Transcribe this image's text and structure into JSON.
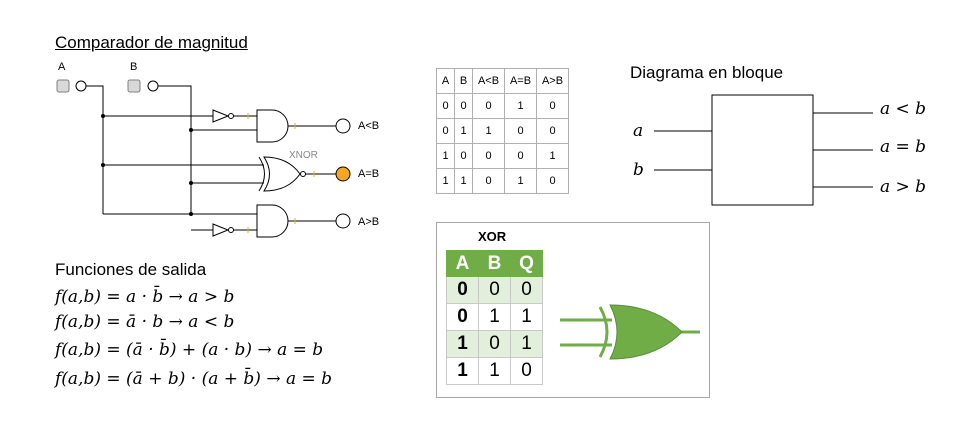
{
  "title": "Comparador de magnitud",
  "circuit": {
    "inputs": [
      "A",
      "B"
    ],
    "xnor_label": "XNOR",
    "outputs": [
      "A<B",
      "A=B",
      "A>B"
    ],
    "active_output_color": "#f5a623",
    "wire_color": "#000000"
  },
  "truth_table": {
    "headers": [
      "A",
      "B",
      "A<B",
      "A=B",
      "A>B"
    ],
    "rows": [
      [
        "0",
        "0",
        "0",
        "1",
        "0"
      ],
      [
        "0",
        "1",
        "1",
        "0",
        "0"
      ],
      [
        "1",
        "0",
        "0",
        "0",
        "1"
      ],
      [
        "1",
        "1",
        "0",
        "1",
        "0"
      ]
    ]
  },
  "block_diagram": {
    "title": "Diagrama en bloque",
    "inputs": [
      "a",
      "b"
    ],
    "outputs": [
      "a < b",
      "a = b",
      "a > b"
    ]
  },
  "functions": {
    "title": "Funciones de salida",
    "equations": [
      "f(a,b) = a · b̄ → a > b",
      "f(a,b) = ā · b → a < b",
      "f(a,b) = (ā · b̄) + (a · b) → a = b",
      "f(a,b) = (ā + b) · (a + b̄) → a = b"
    ]
  },
  "xor_table": {
    "title": "XOR",
    "headers": [
      "A",
      "B",
      "Q"
    ],
    "rows": [
      [
        "0",
        "0",
        "0"
      ],
      [
        "0",
        "1",
        "1"
      ],
      [
        "1",
        "0",
        "1"
      ],
      [
        "1",
        "1",
        "0"
      ]
    ],
    "header_color": "#70ad47",
    "alt_row_color": "#e2efda",
    "gate_color": "#70ad47"
  }
}
